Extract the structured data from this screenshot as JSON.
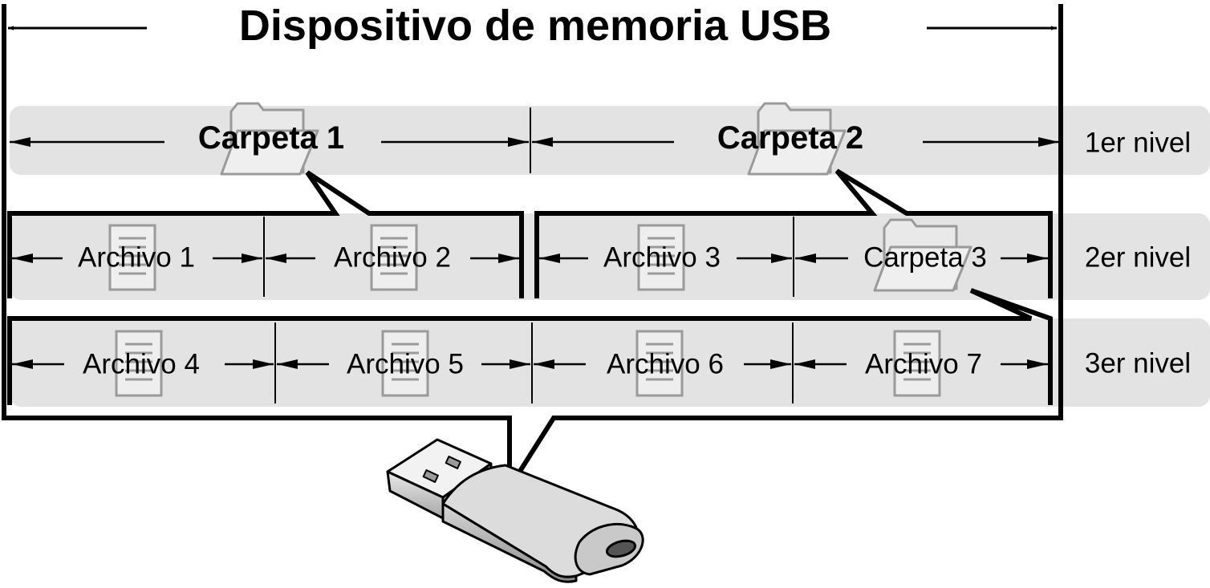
{
  "title": "Dispositivo de memoria USB",
  "levels": [
    "1er nivel",
    "2er nivel",
    "3er nivel"
  ],
  "level1": [
    "Carpeta 1",
    "Carpeta 2"
  ],
  "level2": [
    "Archivo 1",
    "Archivo 2",
    "Archivo 3",
    "Carpeta 3"
  ],
  "level3": [
    "Archivo 4",
    "Archivo 5",
    "Archivo 6",
    "Archivo 7"
  ],
  "icons": {
    "folder": "folder-icon",
    "file": "file-icon",
    "device": "usb-drive-icon"
  },
  "colors": {
    "band": "#e3e3e3",
    "icon": "#9a9a9a",
    "line": "#000000"
  }
}
